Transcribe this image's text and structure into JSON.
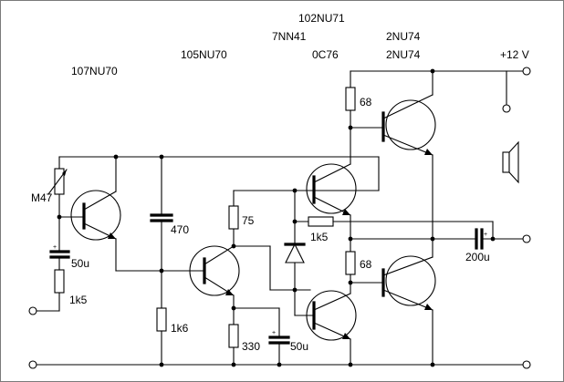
{
  "transistor_labels": {
    "t1": "107NU70",
    "t2": "105NU70",
    "t3a": "102NU71",
    "t3b": "7NN41",
    "t3c": "0C76",
    "t4": "2NU74",
    "t5": "2NU74"
  },
  "components": {
    "pot_m47": "M47",
    "c_50u_in": "50u",
    "r_1k5_in": "1k5",
    "c_470": "470",
    "r_1k6": "1k6",
    "r_75": "75",
    "r_1k5_fb": "1k5",
    "r_330": "330",
    "c_50u_e": "50u",
    "r_68_top": "68",
    "r_68_bot": "68",
    "c_200u": "200u"
  },
  "supply": {
    "voltage_label": "+12 V"
  },
  "polarity_marks": {
    "plus": "+"
  },
  "icons": {
    "speaker": "speaker-icon",
    "diode": "diode-icon",
    "transistor": "npn-transistor-icon"
  }
}
